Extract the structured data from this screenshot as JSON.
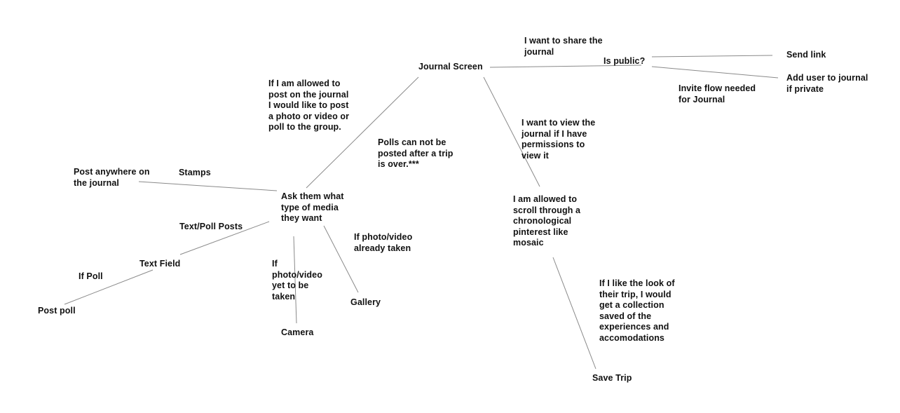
{
  "diagram": {
    "nodes": {
      "journal_screen": "Journal Screen",
      "share_journal": "I want to share the\njournal",
      "is_public": "Is public?",
      "send_link": "Send link",
      "add_user": "Add user to journal\nif private",
      "invite_flow": "Invite flow needed\nfor Journal",
      "allowed_post": "If I am allowed to\npost on the journal\nI would like to post\na photo or video or\npoll to the group.",
      "polls_note": "Polls can not be\nposted after a trip\nis over.***",
      "view_journal": "I want to view the\njournal if I have\npermissions to\nview it",
      "post_anywhere": "Post anywhere on\nthe journal",
      "stamps": "Stamps",
      "ask_media": "Ask them what\ntype of media\nthey want",
      "scroll_mosaic": "I am allowed to\nscroll through a\nchronological\npinterest like\nmosaic",
      "text_poll_posts": "Text/Poll Posts",
      "if_already_taken": "If photo/video\nalready taken",
      "text_field": "Text Field",
      "if_poll": "If Poll",
      "if_yet_taken": "If\nphoto/video\nyet to be\ntaken",
      "gallery": "Gallery",
      "post_poll": "Post poll",
      "camera": "Camera",
      "like_trip": "If I like the look of\ntheir trip, I would\nget a collection\nsaved of the\nexperiences and\naccomodations",
      "save_trip": "Save Trip"
    }
  }
}
